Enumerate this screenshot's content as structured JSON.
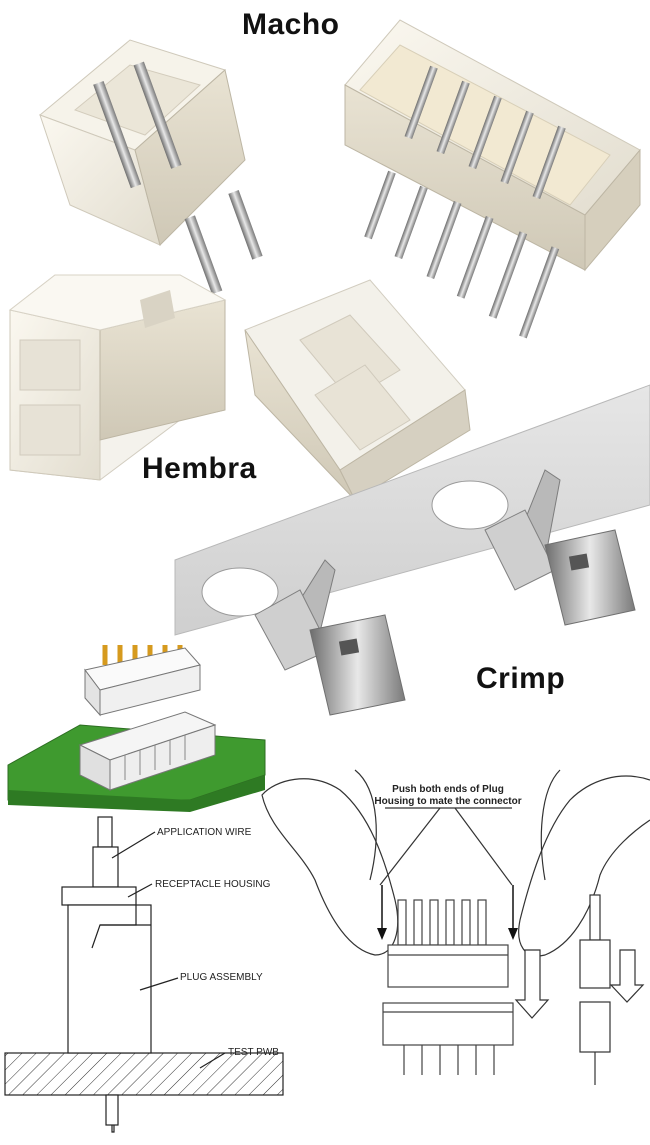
{
  "labels": {
    "male": "Macho",
    "female": "Hembra",
    "crimp": "Crimp"
  },
  "diagram_left": {
    "application_wire": "APPLICATION WIRE",
    "receptacle_housing": "RECEPTACLE HOUSING",
    "plug_assembly": "PLUG ASSEMBLY",
    "test_pwb": "TEST PWB"
  },
  "diagram_right": {
    "instruction_line1": "Push both ends of Plug",
    "instruction_line2": "Housing to mate the connector"
  }
}
